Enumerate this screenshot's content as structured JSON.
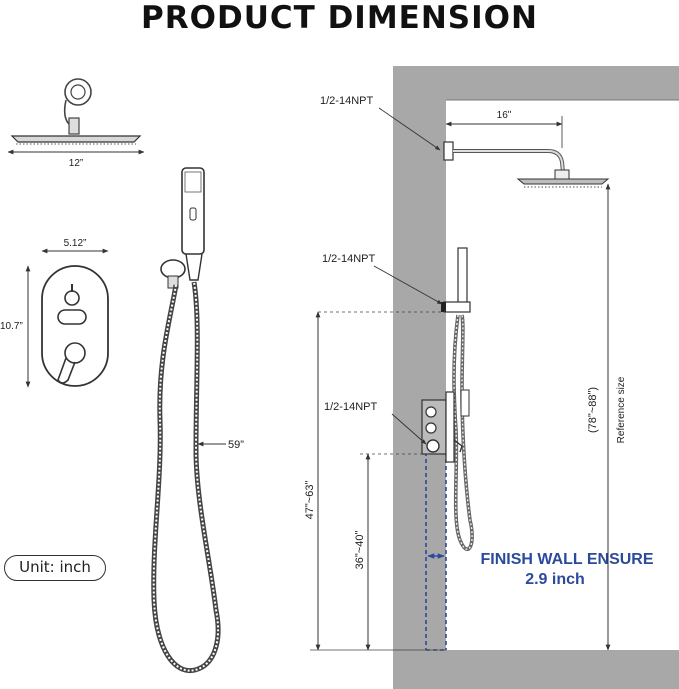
{
  "title": "PRODUCT DIMENSION",
  "unit": "Unit: inch",
  "shower_head": {
    "width_label": "12”"
  },
  "valve_plate": {
    "width_label": "5.12”",
    "height_label": "10.7”"
  },
  "hand_shower": {
    "hose_label": "59”"
  },
  "install": {
    "npt_top": "1/2-14NPT",
    "npt_middle": "1/2-14NPT",
    "npt_bottom": "1/2-14NPT",
    "arm_length": "16ʺ",
    "head_height": "(78ʺ~88ʺ)",
    "reference_size": "Reference size",
    "outlet_height": "47ʺ~63ʺ",
    "valve_height": "36ʺ~40ʺ",
    "finish_wall_line1": "FINISH WALL ENSURE",
    "finish_wall_line2": "2.9 inch"
  },
  "colors": {
    "accent": "#2c4a9a",
    "wall": "#a8a8a8",
    "line": "#333333"
  }
}
